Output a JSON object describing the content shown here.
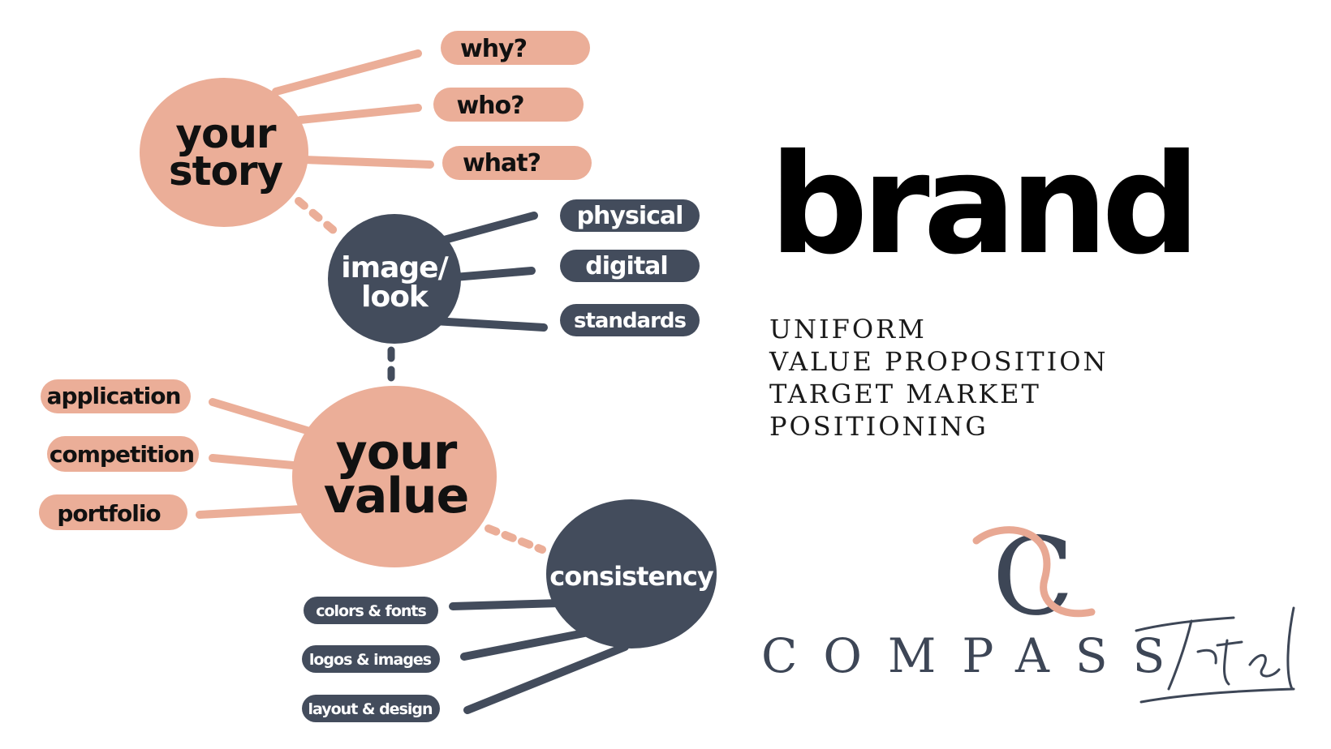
{
  "diagram": {
    "colors": {
      "peach": "#ebae98",
      "navy": "#434c5c",
      "text_dark": "#111111",
      "text_light": "#ffffff"
    },
    "your_story": {
      "label_line1": "your",
      "label_line2": "story",
      "branches": [
        "why?",
        "who?",
        "what?"
      ]
    },
    "image_look": {
      "label_line1": "image/",
      "label_line2": "look",
      "branches": [
        "physical",
        "digital",
        "standards"
      ]
    },
    "your_value": {
      "label_line1": "your",
      "label_line2": "value",
      "branches": [
        "application",
        "competition",
        "portfolio"
      ]
    },
    "consistency": {
      "label": "consistency",
      "branches": [
        "colors & fonts",
        "logos & images",
        "layout & design"
      ]
    }
  },
  "brand": {
    "title": "brand",
    "pillars": [
      "UNIFORM",
      "VALUE PROPOSITION",
      "TARGET MARKET",
      "POSITIONING"
    ]
  },
  "logo": {
    "monogram": "C",
    "wordmark": "COMPASS",
    "script": "Intel",
    "colors": {
      "navy": "#3d4656",
      "peach": "#e8a893"
    }
  }
}
